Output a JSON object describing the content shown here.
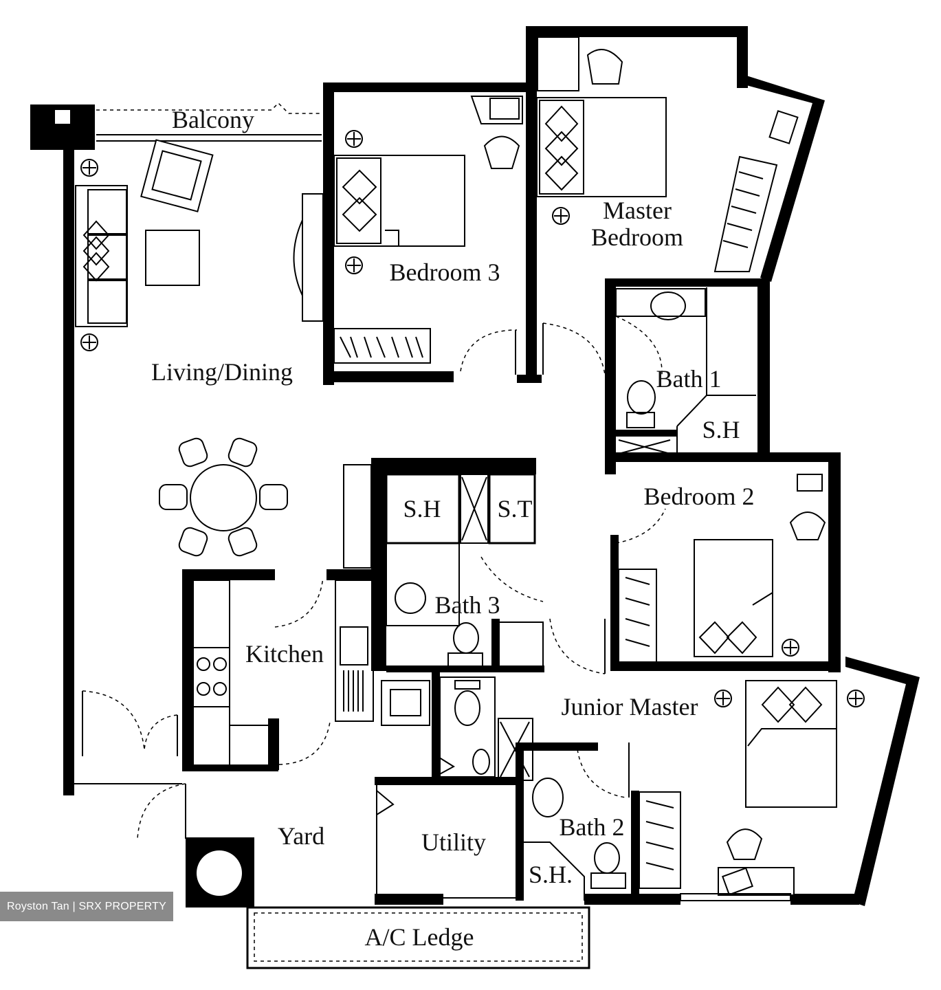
{
  "rooms": {
    "balcony": "Balcony",
    "bedroom3": "Bedroom 3",
    "master_line1": "Master",
    "master_line2": "Bedroom",
    "living_dining": "Living/Dining",
    "bath1": "Bath 1",
    "sh1": "S.H",
    "sh2": "S.H",
    "st": "S.T",
    "bedroom2": "Bedroom 2",
    "bath3": "Bath 3",
    "kitchen": "Kitchen",
    "junior_master": "Junior Master",
    "yard": "Yard",
    "utility": "Utility",
    "bath2": "Bath 2",
    "sh3": "S.H.",
    "ac_ledge": "A/C Ledge"
  },
  "watermark": "Royston Tan | SRX PROPERTY"
}
